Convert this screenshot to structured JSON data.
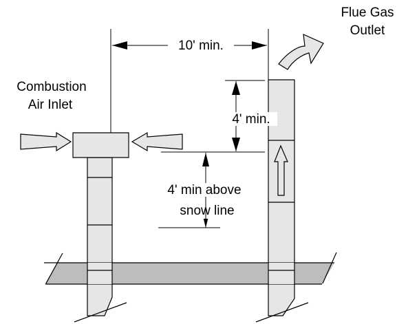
{
  "labels": {
    "flue_gas_outlet_line1": "Flue Gas",
    "flue_gas_outlet_line2": "Outlet",
    "combustion_air_inlet_line1": "Combustion",
    "combustion_air_inlet_line2": "Air Inlet",
    "horizontal_clearance": "10' min.",
    "vertical_clearance": "4' min.",
    "snow_line_line1": "4' min above",
    "snow_line_line2": "snow line"
  },
  "colors": {
    "pipe_fill": "#e6e6e6",
    "roof_fill": "#bdbdbd",
    "arrow_fill": "#e6e6e6",
    "stroke": "#000000",
    "background": "#ffffff"
  }
}
